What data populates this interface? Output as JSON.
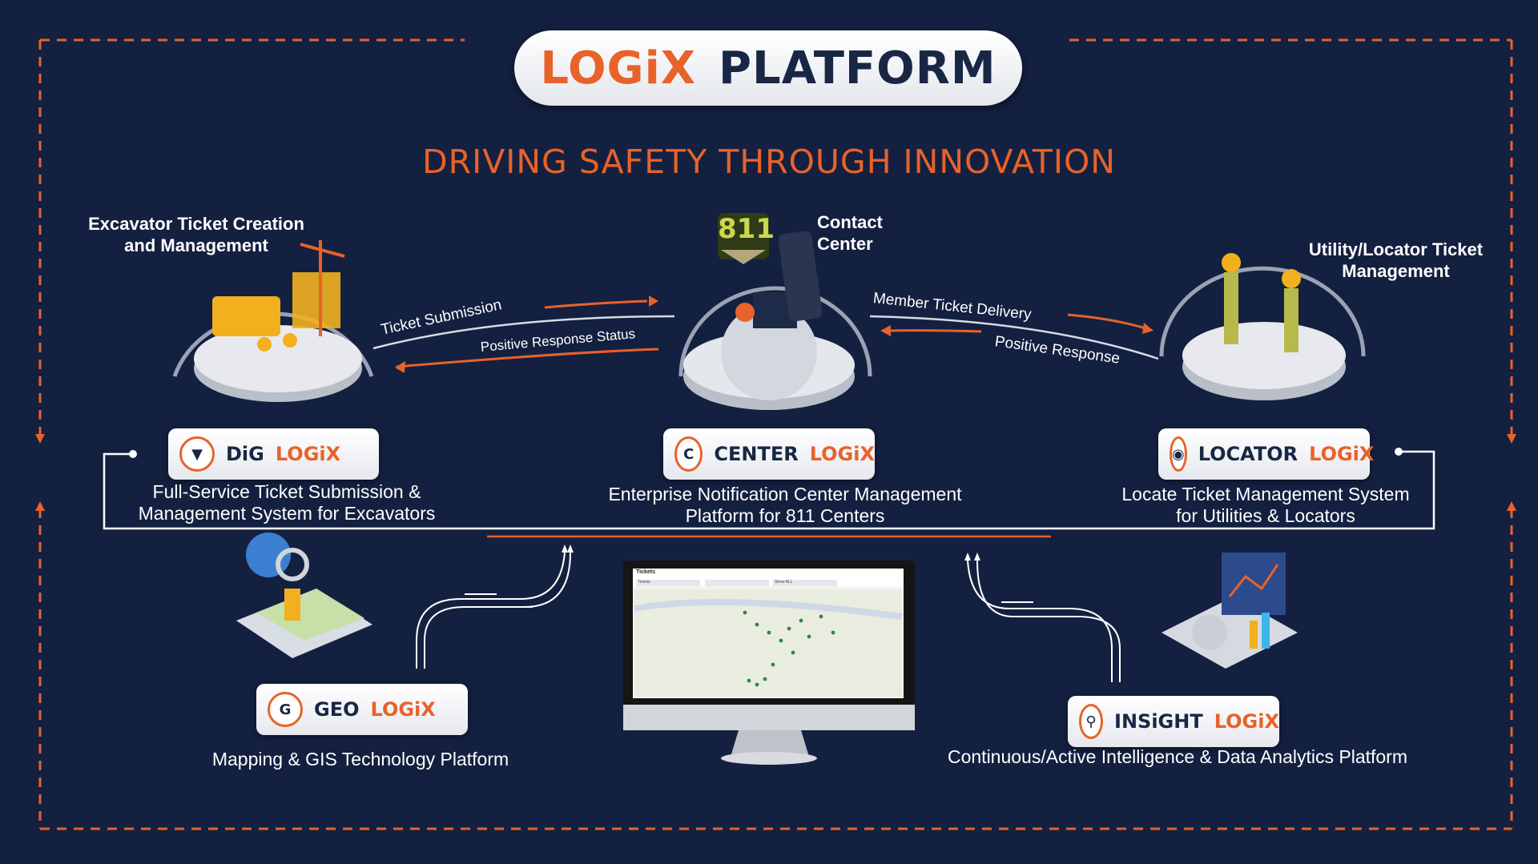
{
  "header": {
    "brand": "LOGiX",
    "word": "PLATFORM",
    "tagline": "DRIVING SAFETY THROUGH INNOVATION"
  },
  "stages": {
    "excavator": "Excavator Ticket Creation and Management",
    "contact_badge": "811",
    "contact": "Contact Center",
    "utility": "Utility/Locator Ticket Management"
  },
  "flows": {
    "ticket_submission": "Ticket Submission",
    "positive_response_status": "Positive Response Status",
    "member_ticket_delivery": "Member Ticket Delivery",
    "positive_response": "Positive Response"
  },
  "products": {
    "dig": {
      "name": "DiG",
      "brand": "LOGiX",
      "desc": "Full-Service Ticket Submission & Management System for Excavators"
    },
    "center": {
      "name": "CENTER",
      "brand": "LOGiX",
      "desc": "Enterprise Notification Center Management Platform for 811 Centers"
    },
    "locator": {
      "name": "LOCATOR",
      "brand": "LOGiX",
      "desc": "Locate Ticket Management System for Utilities & Locators"
    },
    "geo": {
      "name": "GEO",
      "brand": "LOGiX",
      "desc": "Mapping & GIS Technology Platform"
    },
    "insight": {
      "name": "INSiGHT",
      "brand": "LOGiX",
      "desc": "Continuous/Active Intelligence & Data Analytics Platform"
    }
  },
  "monitor": {
    "screen_title": "Tickets",
    "filter_1": "Tickets",
    "filter_3": "Show ALL"
  },
  "colors": {
    "background": "#142040",
    "accent_orange": "#e8622a",
    "navy_text": "#182744",
    "white": "#ffffff"
  },
  "icons": {
    "dig": "shovel-shield-icon",
    "center": "c-arrows-icon",
    "locator": "location-pin-icon",
    "geo": "g-map-icon",
    "insight": "magnifier-chart-icon"
  }
}
